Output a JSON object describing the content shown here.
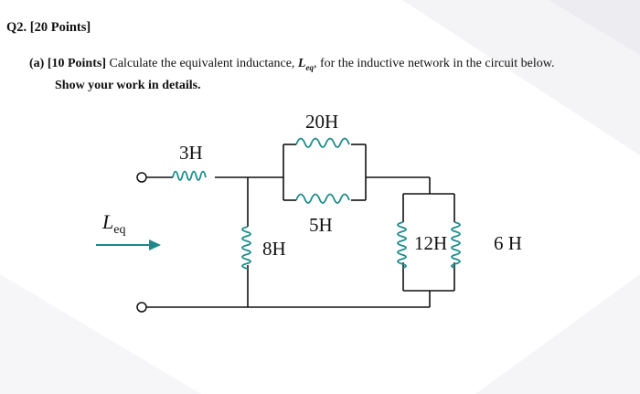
{
  "question": {
    "title": "Q2. [20 Points]",
    "part_label": "(a)",
    "part_points": "[10 Points]",
    "text_before": "Calculate the equivalent inductance, ",
    "var_symbol": "L",
    "var_subscript": "eq",
    "text_after": ", for the inductive network in the circuit below.",
    "instruction": "Show your work in details."
  },
  "circuit": {
    "inductor_3h": "3H",
    "inductor_20h": "20H",
    "inductor_5h": "5H",
    "inductor_8h": "8H",
    "inductor_12h": "12H",
    "inductor_6h": "6 H",
    "leq_symbol": "L",
    "leq_subscript": "eq",
    "wire_color": "#111111",
    "coil_color": "#1a8a8a",
    "arrow_color": "#1a8a8a"
  }
}
